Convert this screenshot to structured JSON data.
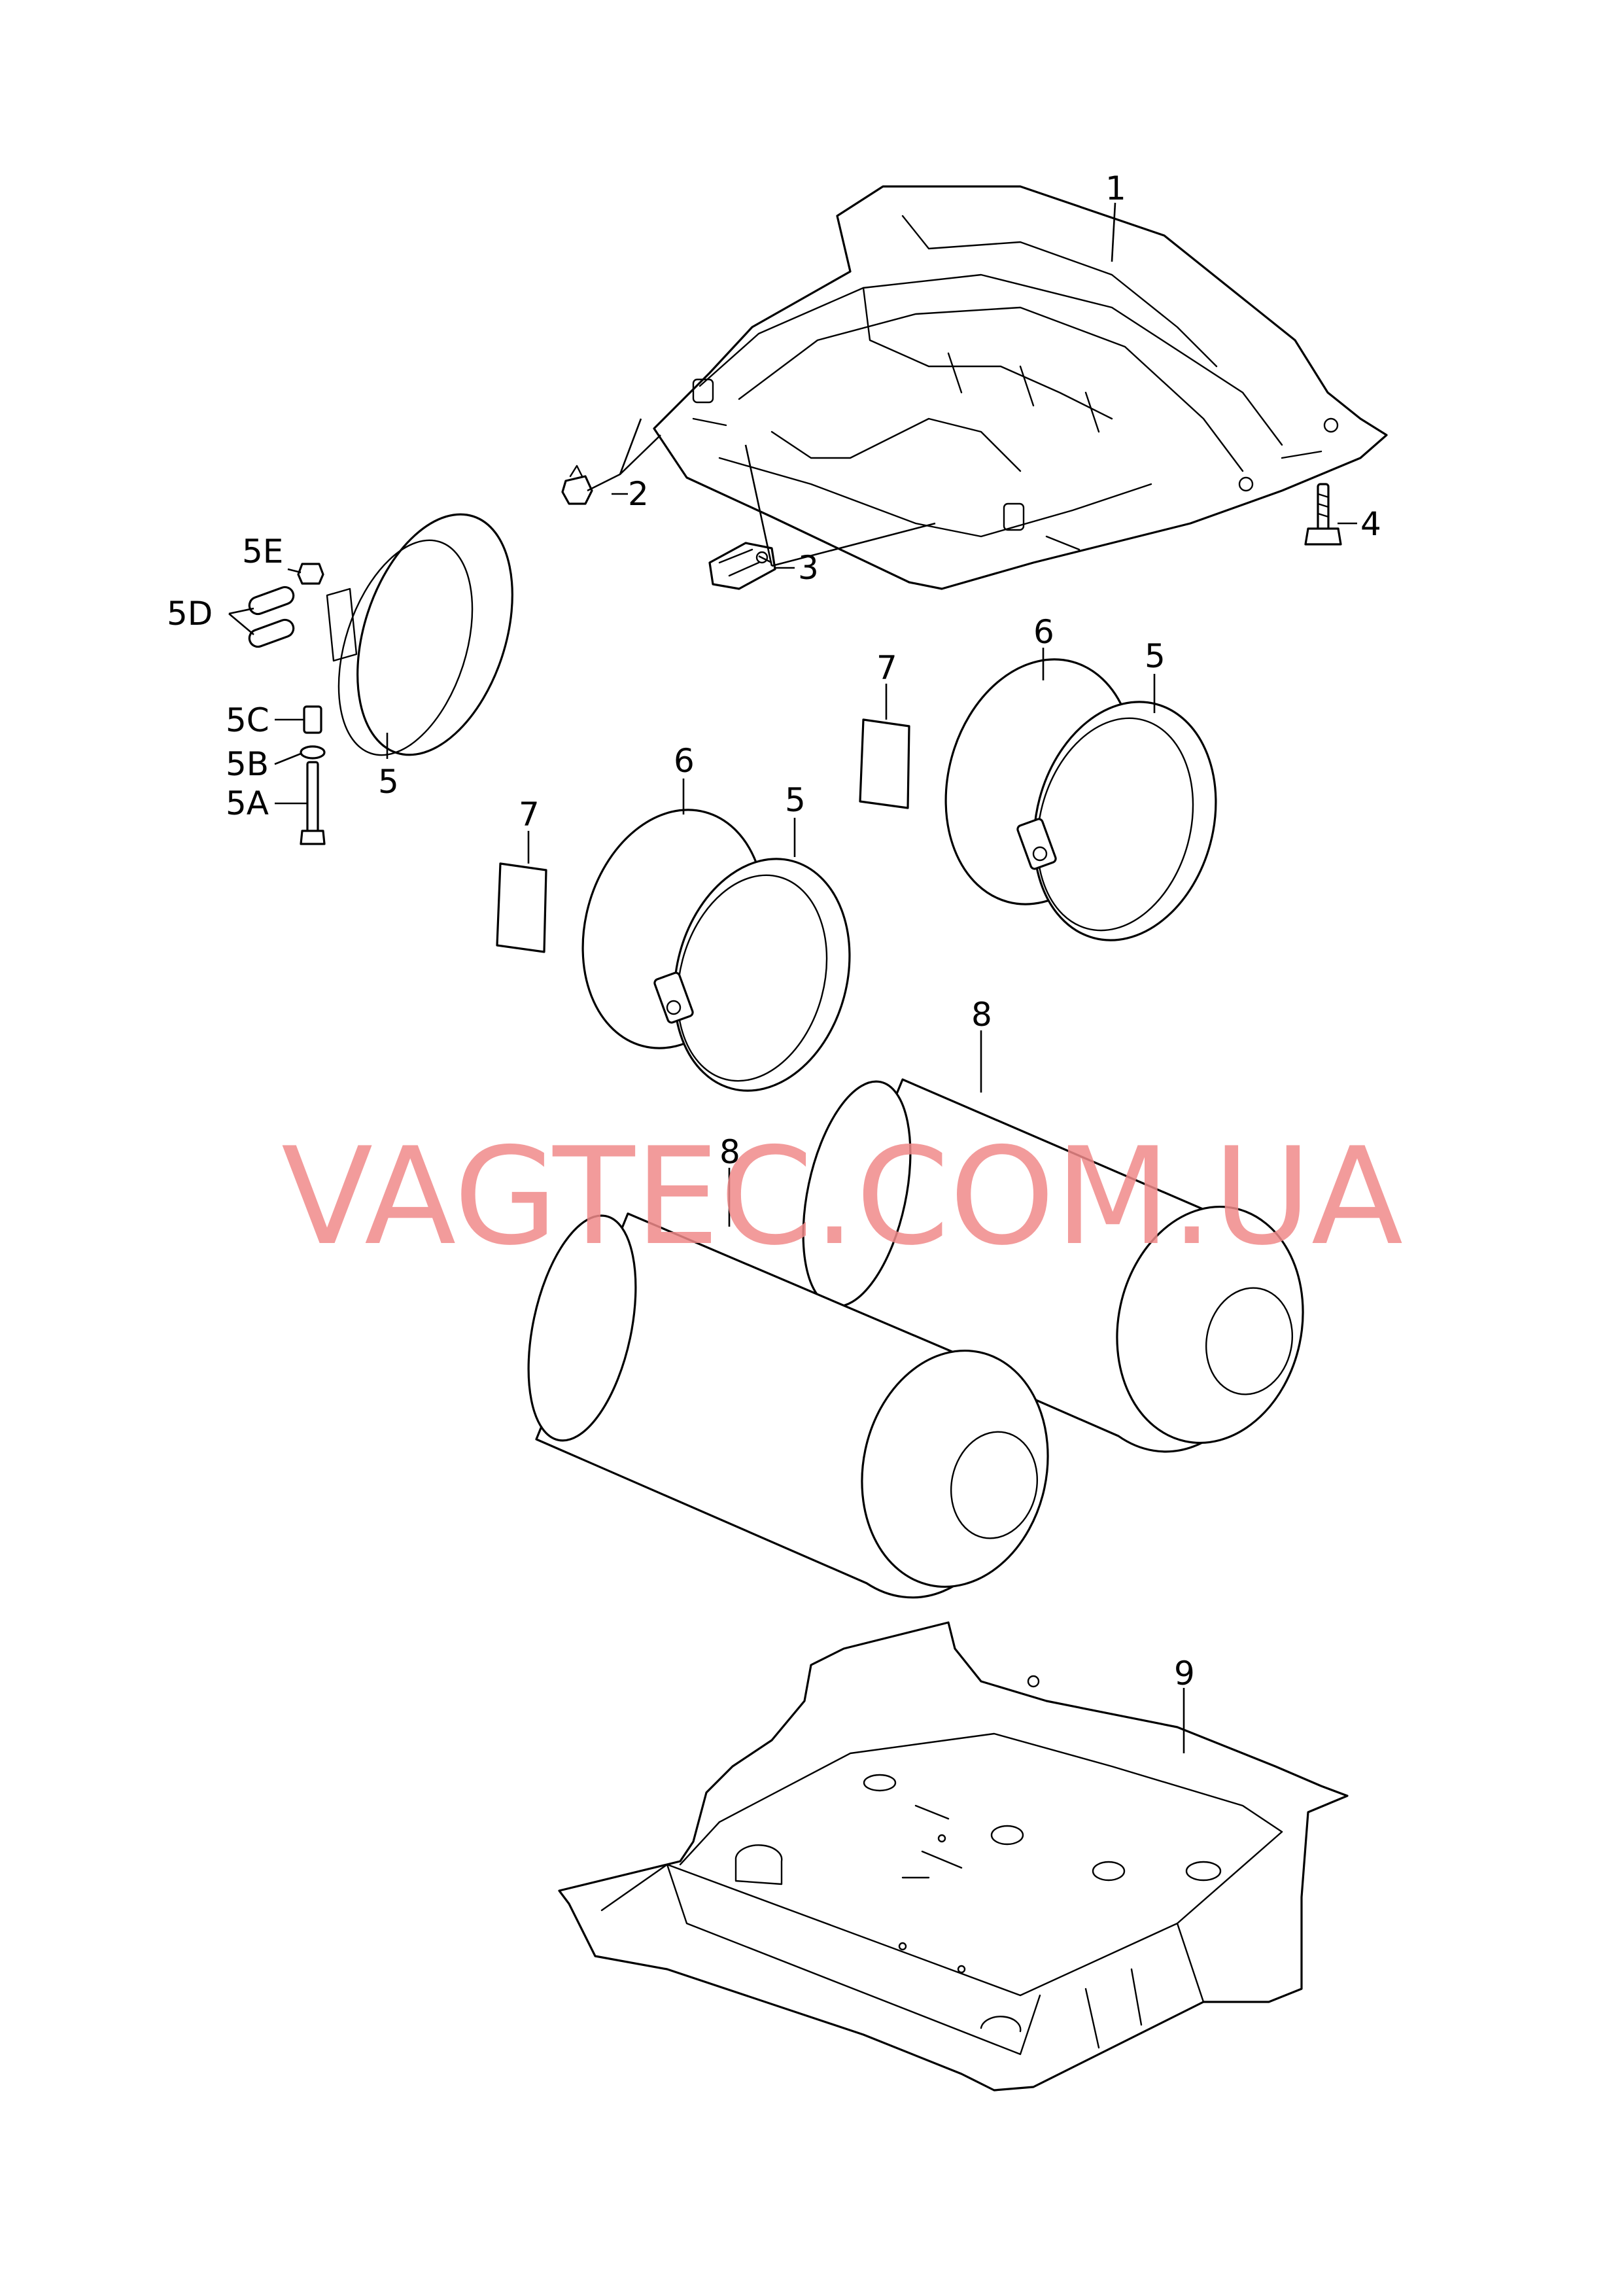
{
  "callouts": {
    "c1": "1",
    "c2": "2",
    "c3": "3",
    "c4": "4",
    "c5E": "5E",
    "c5D": "5D",
    "c5C": "5C",
    "c5B": "5B",
    "c5A": "5A",
    "c5_left": "5",
    "c6_mid": "6",
    "c5_mid": "5",
    "c7_mid": "7",
    "c6_right": "6",
    "c5_right": "5",
    "c7_right": "7",
    "c8_rear": "8",
    "c8_front": "8",
    "c9": "9"
  },
  "watermark": "VAGTEC.COM.UA",
  "colors": {
    "line": "#000000",
    "watermark": "#f08a8a",
    "background": "#ffffff"
  }
}
